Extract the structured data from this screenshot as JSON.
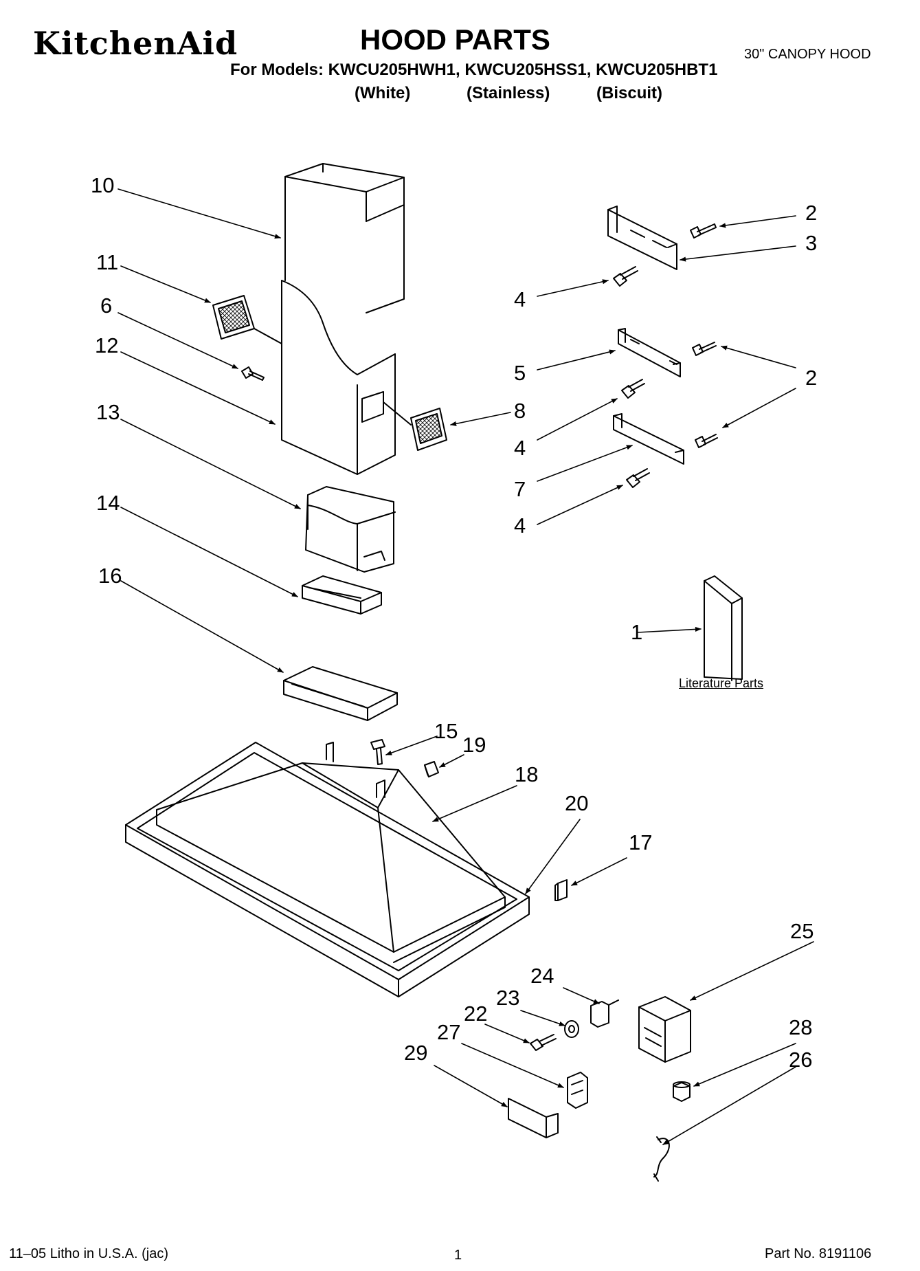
{
  "header": {
    "brand": "KitchenAid",
    "title": "HOOD PARTS",
    "models": "For Models: KWCU205HWH1, KWCU205HSS1, KWCU205HBT1",
    "colors": [
      "(White)",
      "(Stainless)",
      "(Biscuit)"
    ],
    "hood_type": "30\" CANOPY HOOD"
  },
  "literature_label": "Literature Parts",
  "footer": {
    "litho": "11–05 Litho in U.S.A. (jac)",
    "page": "1",
    "part_no": "Part No. 8191106"
  },
  "callouts": [
    {
      "id": "c10",
      "label": "10"
    },
    {
      "id": "c11",
      "label": "11"
    },
    {
      "id": "c6",
      "label": "6"
    },
    {
      "id": "c12",
      "label": "12"
    },
    {
      "id": "c13",
      "label": "13"
    },
    {
      "id": "c14",
      "label": "14"
    },
    {
      "id": "c16",
      "label": "16"
    },
    {
      "id": "c2a",
      "label": "2"
    },
    {
      "id": "c3",
      "label": "3"
    },
    {
      "id": "c4a",
      "label": "4"
    },
    {
      "id": "c5",
      "label": "5"
    },
    {
      "id": "c2b",
      "label": "2"
    },
    {
      "id": "c8",
      "label": "8"
    },
    {
      "id": "c4b",
      "label": "4"
    },
    {
      "id": "c7",
      "label": "7"
    },
    {
      "id": "c4c",
      "label": "4"
    },
    {
      "id": "c1",
      "label": "1"
    },
    {
      "id": "c15",
      "label": "15"
    },
    {
      "id": "c19",
      "label": "19"
    },
    {
      "id": "c18",
      "label": "18"
    },
    {
      "id": "c20",
      "label": "20"
    },
    {
      "id": "c17",
      "label": "17"
    },
    {
      "id": "c25",
      "label": "25"
    },
    {
      "id": "c24",
      "label": "24"
    },
    {
      "id": "c23",
      "label": "23"
    },
    {
      "id": "c22",
      "label": "22"
    },
    {
      "id": "c27",
      "label": "27"
    },
    {
      "id": "c29",
      "label": "29"
    },
    {
      "id": "c28",
      "label": "28"
    },
    {
      "id": "c26",
      "label": "26"
    }
  ]
}
